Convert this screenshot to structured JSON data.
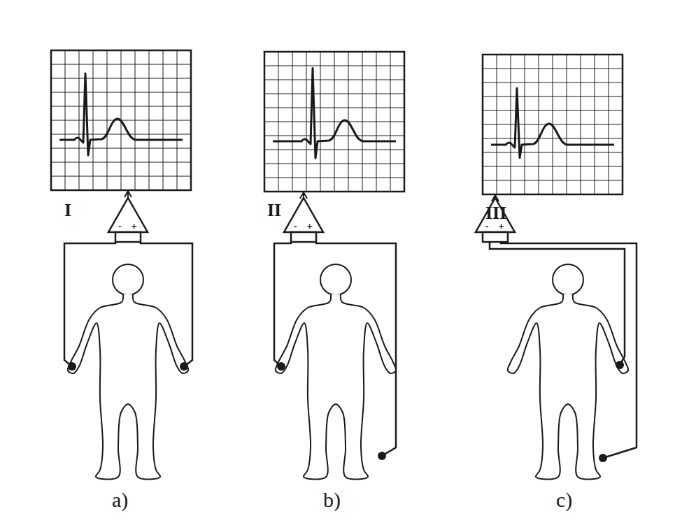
{
  "diagram": {
    "labels": [
      "I",
      "II",
      "III",
      "-",
      "+",
      "-",
      "+",
      "-",
      "+",
      "a)",
      "b)",
      "c)"
    ]
  }
}
